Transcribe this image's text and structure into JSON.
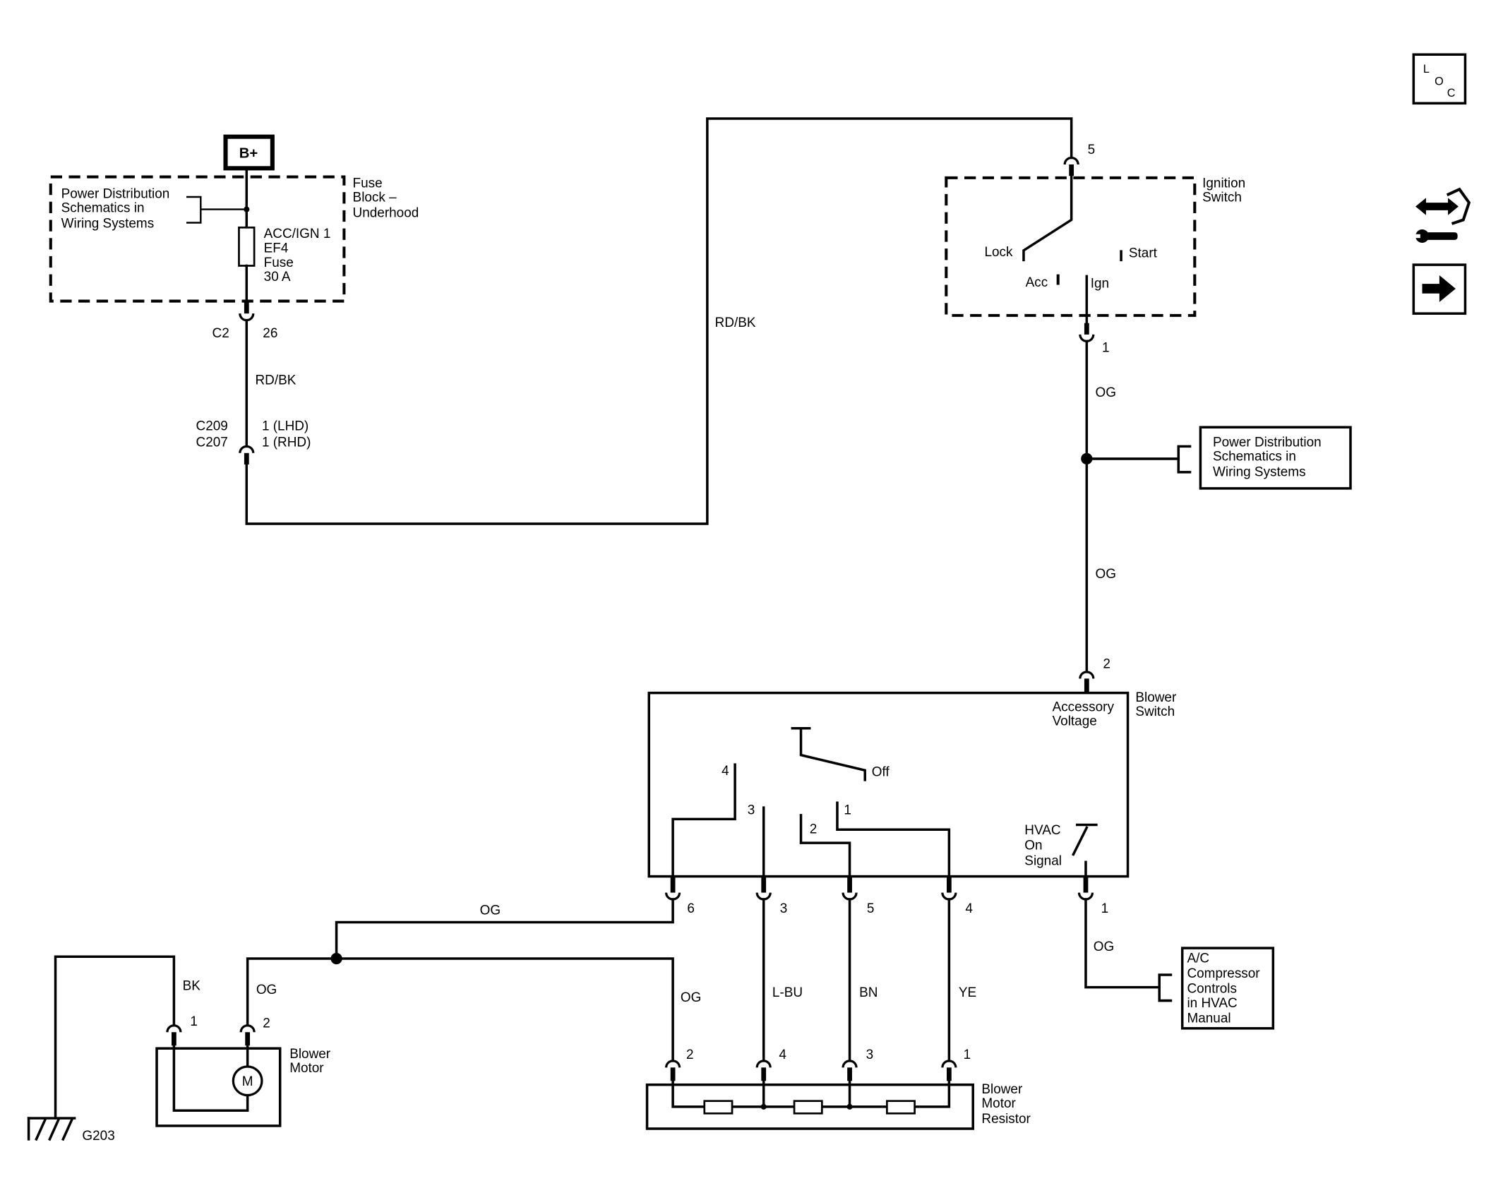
{
  "b_plus": "B+",
  "fuse_block": {
    "title": [
      "Fuse",
      "Block –",
      "Underhood"
    ],
    "ref": [
      "Power Distribution",
      "Schematics in",
      "Wiring Systems"
    ],
    "fuse": [
      "ACC/IGN 1",
      "EF4",
      "Fuse",
      "30 A"
    ],
    "connector": {
      "name": "C2",
      "pin": "26"
    }
  },
  "wire_rd_bk_upper": "RD/BK",
  "inline_connector": {
    "names": [
      "C209",
      "C207"
    ],
    "pins": [
      "1 (LHD)",
      "1 (RHD)"
    ]
  },
  "wire_rd_bk_long": "RD/BK",
  "ignition_switch": {
    "title": [
      "Ignition",
      "Switch"
    ],
    "pin_in": "5",
    "pin_out": "1",
    "positions": {
      "lock": "Lock",
      "start": "Start",
      "acc": "Acc",
      "ign": "Ign"
    }
  },
  "wire_og_ign": "OG",
  "power_dist_ref": [
    "Power Distribution",
    "Schematics in",
    "Wiring Systems"
  ],
  "wire_og_to_switch": "OG",
  "blower_switch": {
    "title": [
      "Blower",
      "Switch"
    ],
    "pin_in": "2",
    "input_label": [
      "Accessory",
      "Voltage"
    ],
    "off": "Off",
    "contacts": [
      "4",
      "3",
      "2",
      "1"
    ],
    "hvac": [
      "HVAC",
      "On",
      "Signal"
    ],
    "pins_out": [
      "6",
      "3",
      "5",
      "4",
      "1"
    ]
  },
  "wires_lower": {
    "og_top": "OG",
    "og_ac": "OG",
    "bk": "BK",
    "og_motor": "OG",
    "og_resistor": "OG",
    "l_bu": "L-BU",
    "bn": "BN",
    "ye": "YE"
  },
  "ac_ref": [
    "A/C",
    "Compressor",
    "Controls",
    "in HVAC",
    "Manual"
  ],
  "blower_motor": {
    "title": [
      "Blower",
      "Motor"
    ],
    "pins": [
      "1",
      "2"
    ],
    "symbol": "M"
  },
  "resistor": {
    "title": [
      "Blower",
      "Motor",
      "Resistor"
    ],
    "pins": [
      "2",
      "4",
      "3",
      "1"
    ]
  },
  "ground": "G203",
  "loc_icon": [
    "L",
    "O",
    "C"
  ],
  "icons": {
    "locator": "loc-icon",
    "procedure": "arrows-wrench-icon",
    "next": "next-arrow-icon"
  },
  "colors": {
    "line": "#000000",
    "background": "#ffffff"
  }
}
